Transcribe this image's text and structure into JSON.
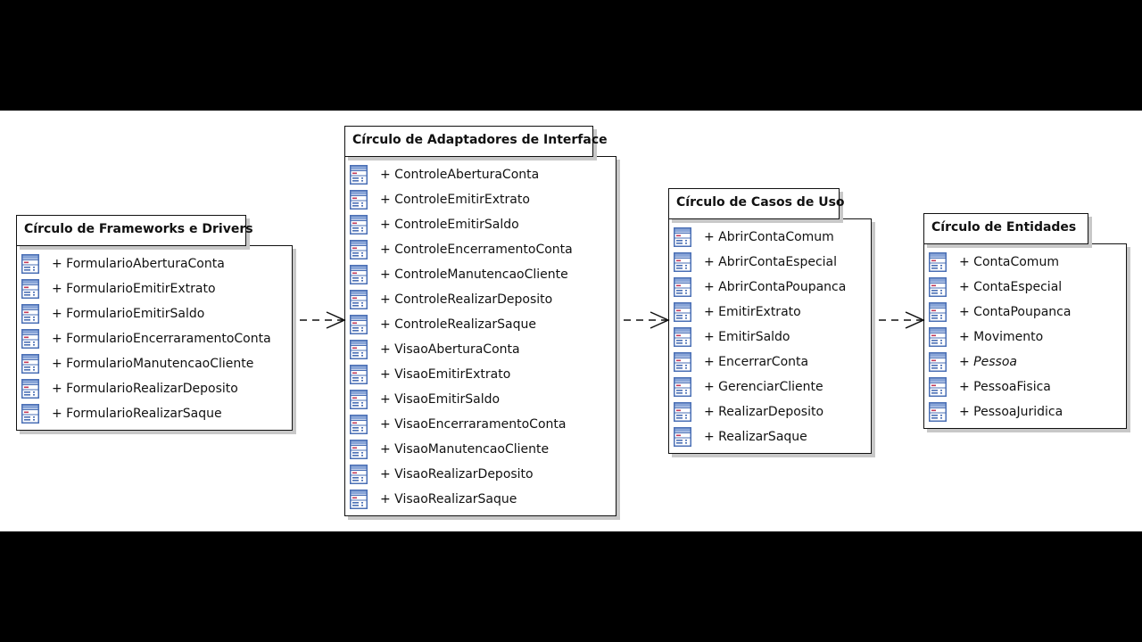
{
  "packages": [
    {
      "title": "Círculo de Frameworks e Drivers",
      "items": [
        {
          "label": "+ FormularioAberturaConta",
          "icon": "class-icon"
        },
        {
          "label": "+ FormularioEmitirExtrato",
          "icon": "class-icon"
        },
        {
          "label": "+ FormularioEmitirSaldo",
          "icon": "class-icon"
        },
        {
          "label": "+ FormularioEncerraramentoConta",
          "icon": "class-icon"
        },
        {
          "label": "+ FormularioManutencaoCliente",
          "icon": "class-icon"
        },
        {
          "label": "+ FormularioRealizarDeposito",
          "icon": "class-icon"
        },
        {
          "label": "+ FormularioRealizarSaque",
          "icon": "class-icon"
        }
      ]
    },
    {
      "title": "Círculo de Adaptadores de Interface",
      "items": [
        {
          "label": "+ ControleAberturaConta",
          "icon": "class-icon"
        },
        {
          "label": "+ ControleEmitirExtrato",
          "icon": "class-icon"
        },
        {
          "label": "+ ControleEmitirSaldo",
          "icon": "class-icon"
        },
        {
          "label": "+ ControleEncerramentoConta",
          "icon": "class-icon"
        },
        {
          "label": "+ ControleManutencaoCliente",
          "icon": "class-icon"
        },
        {
          "label": "+ ControleRealizarDeposito",
          "icon": "class-icon"
        },
        {
          "label": "+ ControleRealizarSaque",
          "icon": "class-icon"
        },
        {
          "label": "+ VisaoAberturaConta",
          "icon": "class-icon"
        },
        {
          "label": "+ VisaoEmitirExtrato",
          "icon": "class-icon"
        },
        {
          "label": "+ VisaoEmitirSaldo",
          "icon": "class-icon"
        },
        {
          "label": "+ VisaoEncerraramentoConta",
          "icon": "class-icon"
        },
        {
          "label": "+ VisaoManutencaoCliente",
          "icon": "class-icon"
        },
        {
          "label": "+ VisaoRealizarDeposito",
          "icon": "class-icon"
        },
        {
          "label": "+ VisaoRealizarSaque",
          "icon": "class-icon"
        }
      ]
    },
    {
      "title": "Círculo de Casos de Uso",
      "items": [
        {
          "label": "+ AbrirContaComum",
          "icon": "class-icon"
        },
        {
          "label": "+ AbrirContaEspecial",
          "icon": "class-icon"
        },
        {
          "label": "+ AbrirContaPoupanca",
          "icon": "class-icon"
        },
        {
          "label": "+ EmitirExtrato",
          "icon": "class-icon"
        },
        {
          "label": "+ EmitirSaldo",
          "icon": "class-icon"
        },
        {
          "label": "+ EncerrarConta",
          "icon": "class-icon"
        },
        {
          "label": "+ GerenciarCliente",
          "icon": "class-icon"
        },
        {
          "label": "+ RealizarDeposito",
          "icon": "class-icon"
        },
        {
          "label": "+ RealizarSaque",
          "icon": "class-icon"
        }
      ]
    },
    {
      "title": "Círculo de Entidades",
      "items": [
        {
          "label": "+ ContaComum",
          "icon": "class-icon"
        },
        {
          "label": "+ ContaEspecial",
          "icon": "class-icon"
        },
        {
          "label": "+ ContaPoupanca",
          "icon": "class-icon"
        },
        {
          "label": "+ Movimento",
          "icon": "class-icon"
        },
        {
          "label": "+ Pessoa",
          "icon": "class-icon",
          "italic": true
        },
        {
          "label": "+ PessoaFisica",
          "icon": "class-icon"
        },
        {
          "label": "+ PessoaJuridica",
          "icon": "class-icon"
        }
      ]
    }
  ],
  "dependencies": [
    {
      "from": 0,
      "to": 1,
      "style": "dashed-open-arrow"
    },
    {
      "from": 1,
      "to": 2,
      "style": "dashed-open-arrow"
    },
    {
      "from": 2,
      "to": 3,
      "style": "dashed-open-arrow"
    }
  ],
  "colors": {
    "icon_border": "#4a6fb5",
    "icon_fill": "#ffffff",
    "icon_bar": "#8aa6d8",
    "icon_accent": "#c23b5a",
    "line": "#111111",
    "shadow": "#c8c8c8"
  }
}
